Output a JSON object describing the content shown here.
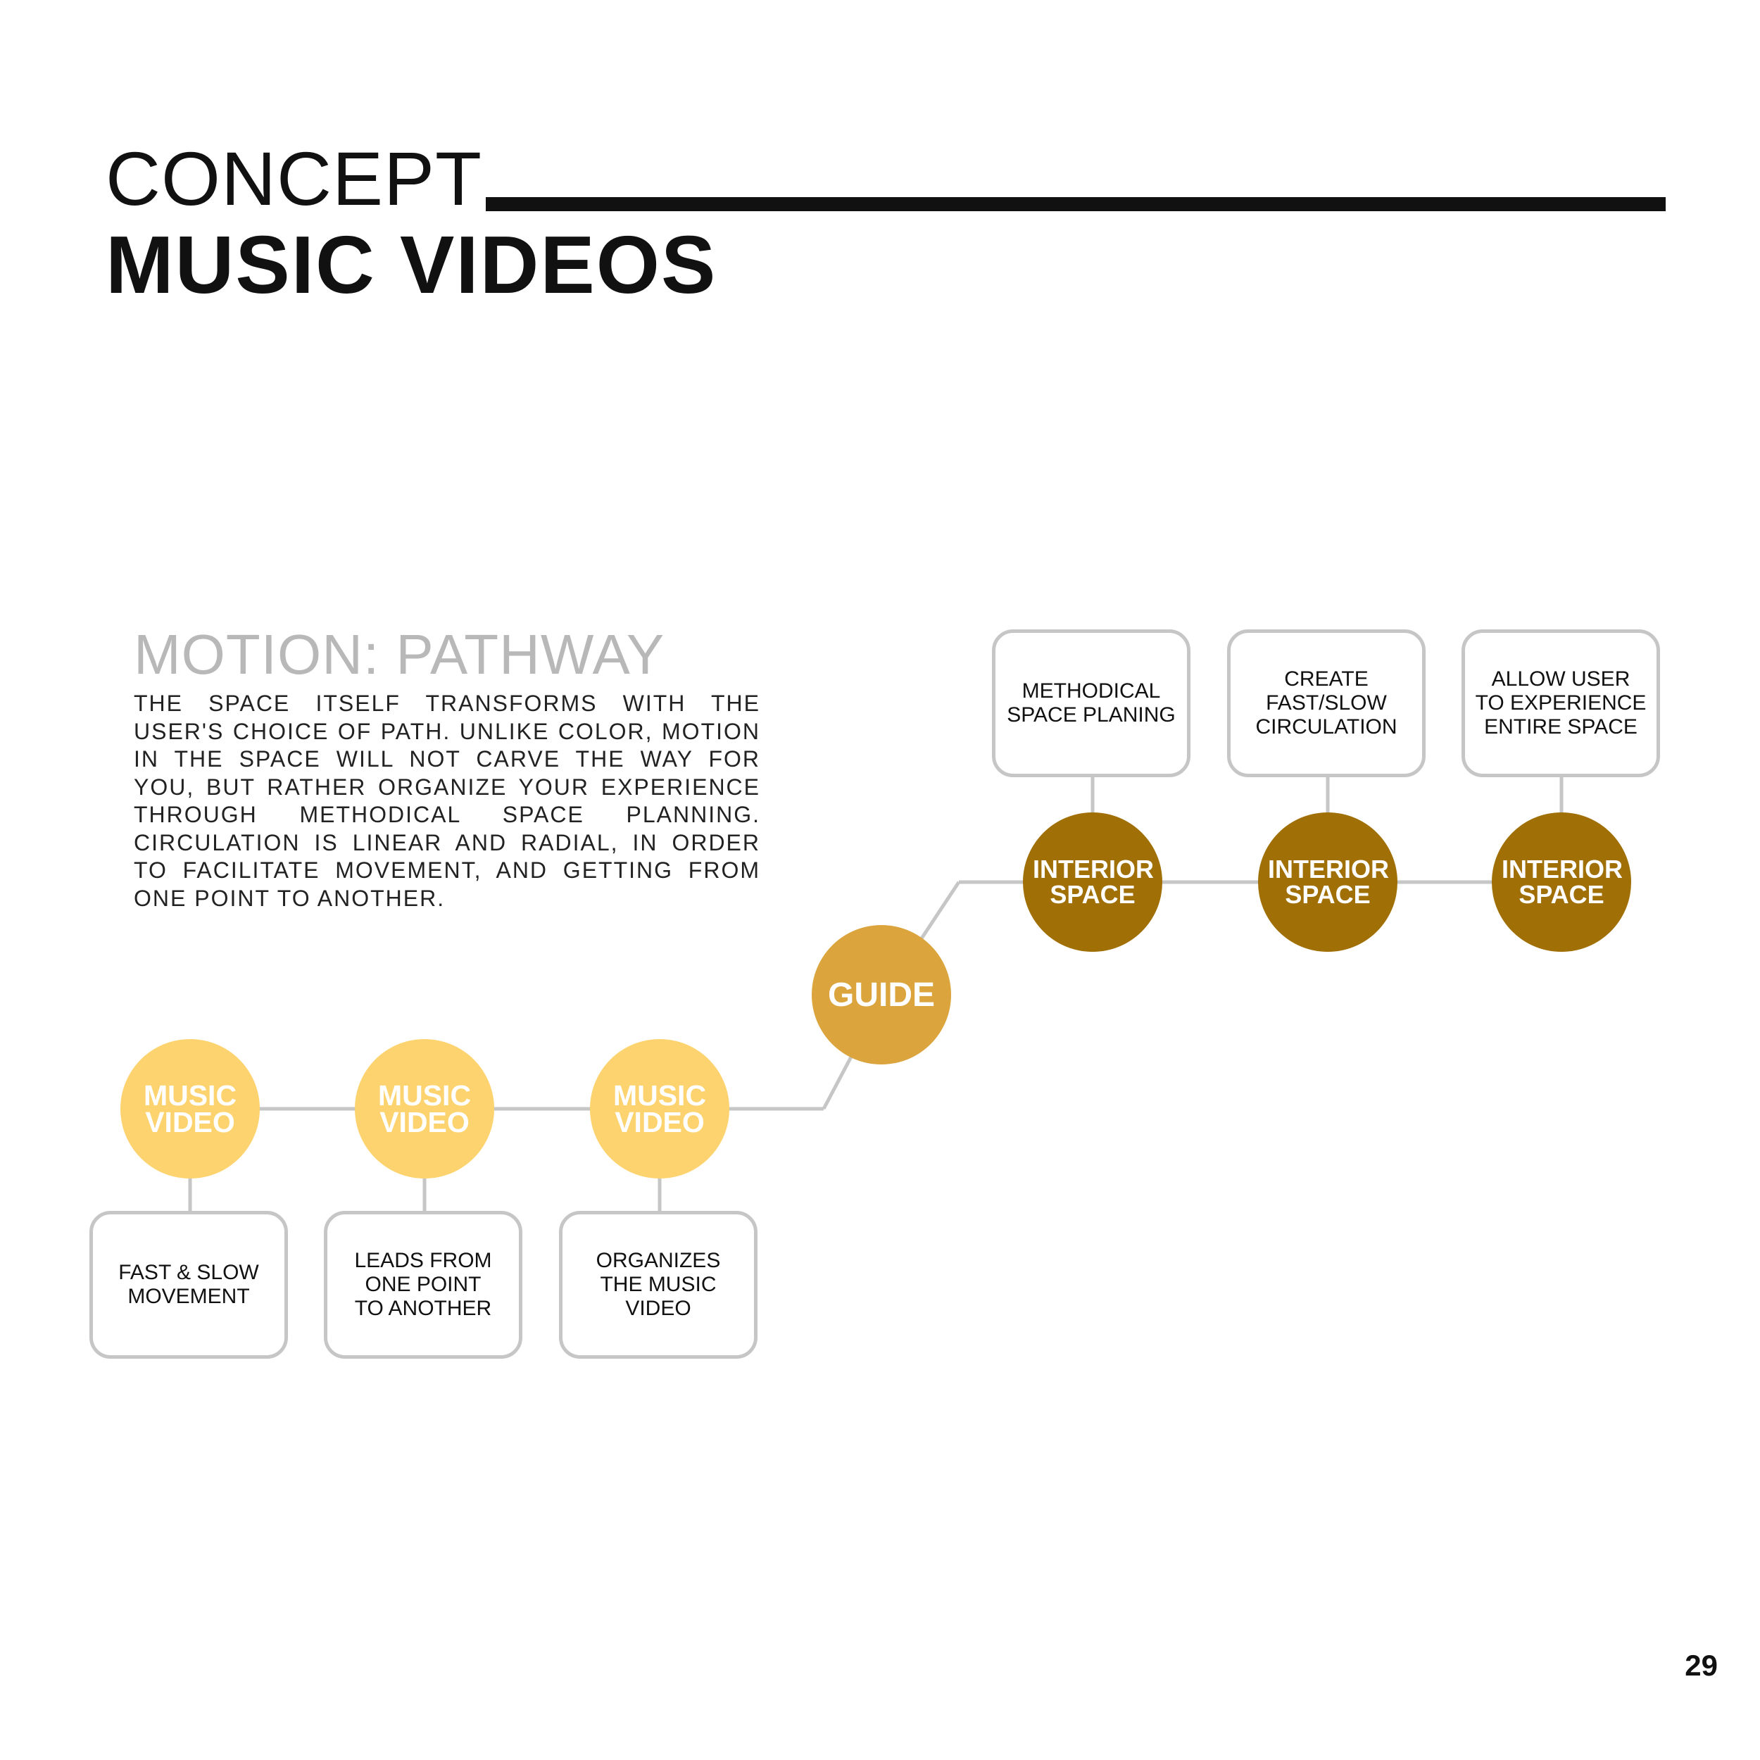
{
  "header": {
    "concept": "CONCEPT",
    "title": "MUSIC VIDEOS"
  },
  "motion": {
    "heading": "MOTION: PATHWAY",
    "body": "THE SPACE ITSELF TRANSFORMS WITH THE USER'S CHOICE OF PATH. UNLIKE COLOR, MOTION IN THE SPACE WILL NOT CARVE THE WAY FOR YOU, BUT RATHER ORGANIZE YOUR EXPERIENCE THROUGH METHODICAL SPACE PLANNING. CIRCULATION IS LINEAR AND RADIAL, IN ORDER TO FACILITATE MOVEMENT, AND GETTING FROM ONE POINT TO ANOTHER."
  },
  "diagram": {
    "colors": {
      "music_video": "#fdd36f",
      "guide": "#dba43c",
      "interior_space": "#a06f06",
      "connector": "#c6c6c6"
    },
    "music_nodes": [
      {
        "label": "MUSIC VIDEO",
        "note": "FAST & SLOW\nMOVEMENT"
      },
      {
        "label": "MUSIC VIDEO",
        "note": "LEADS FROM\nONE POINT\nTO ANOTHER"
      },
      {
        "label": "MUSIC VIDEO",
        "note": "ORGANIZES\nTHE MUSIC\nVIDEO"
      }
    ],
    "guide": {
      "label": "GUIDE"
    },
    "interior_nodes": [
      {
        "label": "INTERIOR SPACE",
        "note": "METHODICAL\nSPACE PLANING"
      },
      {
        "label": "INTERIOR SPACE",
        "note": "CREATE\nFAST/SLOW\nCIRCULATION"
      },
      {
        "label": "INTERIOR SPACE",
        "note": "ALLOW USER\nTO EXPERIENCE\nENTIRE SPACE"
      }
    ]
  },
  "page": {
    "number": "29"
  }
}
